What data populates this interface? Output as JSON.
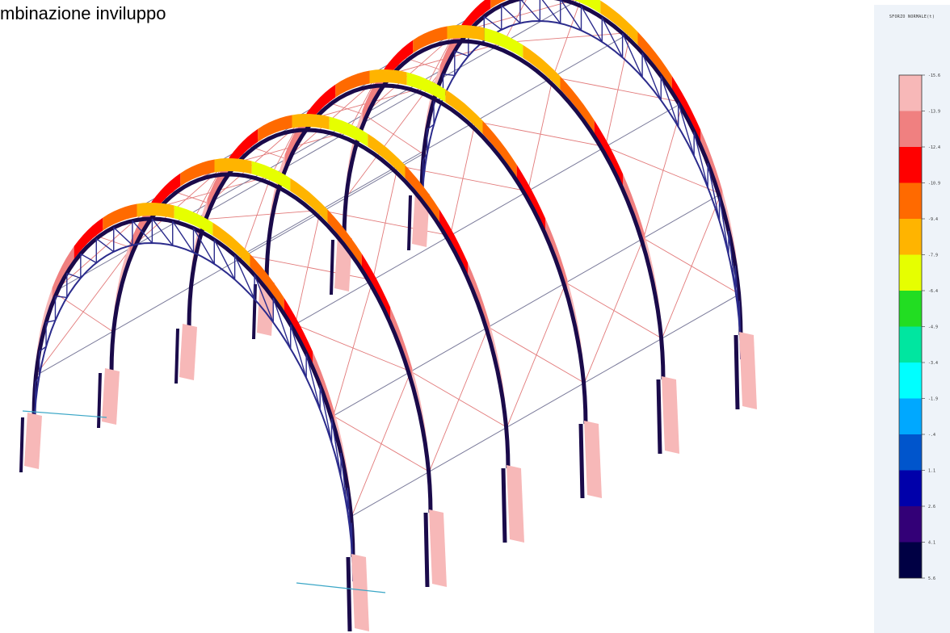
{
  "caption": "mbinazione inviluppo",
  "legend": {
    "title": "SFORZO NORMALE(t)",
    "ticks": [
      "-15.6",
      "-13.9",
      "-12.4",
      "-10.9",
      "-9.4",
      "-7.9",
      "-6.4",
      "-4.9",
      "-3.4",
      "-1.9",
      "-.4",
      "1.1",
      "2.6",
      "4.1",
      "5.6"
    ],
    "colors": [
      "#f7b8b8",
      "#f08080",
      "#ff0000",
      "#ff6a00",
      "#ffb400",
      "#e6ff00",
      "#22dd22",
      "#00e6a0",
      "#00ffff",
      "#00a8ff",
      "#0055cc",
      "#0000aa",
      "#330077",
      "#000044"
    ]
  },
  "structure": {
    "arch_count": 6,
    "segment_colors": [
      "#f7b8b8",
      "#f7b8b8",
      "#f08080",
      "#ff0000",
      "#ff6a00",
      "#ffb400",
      "#e6ff00",
      "#ffb400",
      "#ff6a00",
      "#ff0000",
      "#f08080",
      "#f7b8b8",
      "#f7b8b8"
    ],
    "inner_chord_color": "#1a0a4a",
    "bracing_color": "#2b2b8c",
    "purlin_color": "#7a7a9a",
    "cross_brace_color": "#e27a7a"
  }
}
